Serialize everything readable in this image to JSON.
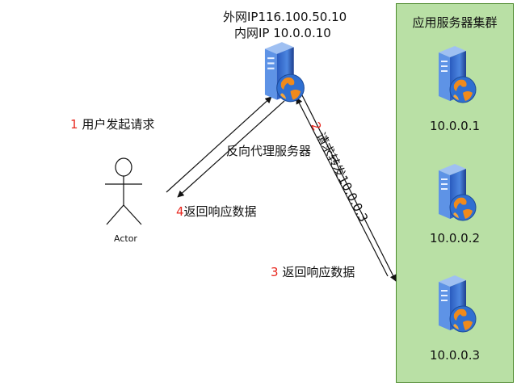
{
  "proxy": {
    "external_ip": "外网IP116.100.50.10",
    "internal_ip": "内网IP 10.0.0.10",
    "label": "反向代理服务器"
  },
  "actor": {
    "label": "Actor"
  },
  "steps": {
    "s1": {
      "num": "1",
      "text": " 用户发起请求"
    },
    "s2": {
      "num": "2",
      "text": " 请求转发10.0.0.3"
    },
    "s3": {
      "num": "3",
      "text": " 返回响应数据"
    },
    "s4": {
      "num": "4",
      "text": "返回响应数据"
    }
  },
  "cluster": {
    "title": "应用服务器集群",
    "servers": [
      "10.0.0.1",
      "10.0.0.2",
      "10.0.0.3"
    ]
  },
  "colors": {
    "step_number": "#e8281f",
    "cluster_fill": "#b9e0a5",
    "cluster_border": "#4c8a2c"
  },
  "icons": [
    "web-server-icon",
    "actor-icon"
  ]
}
